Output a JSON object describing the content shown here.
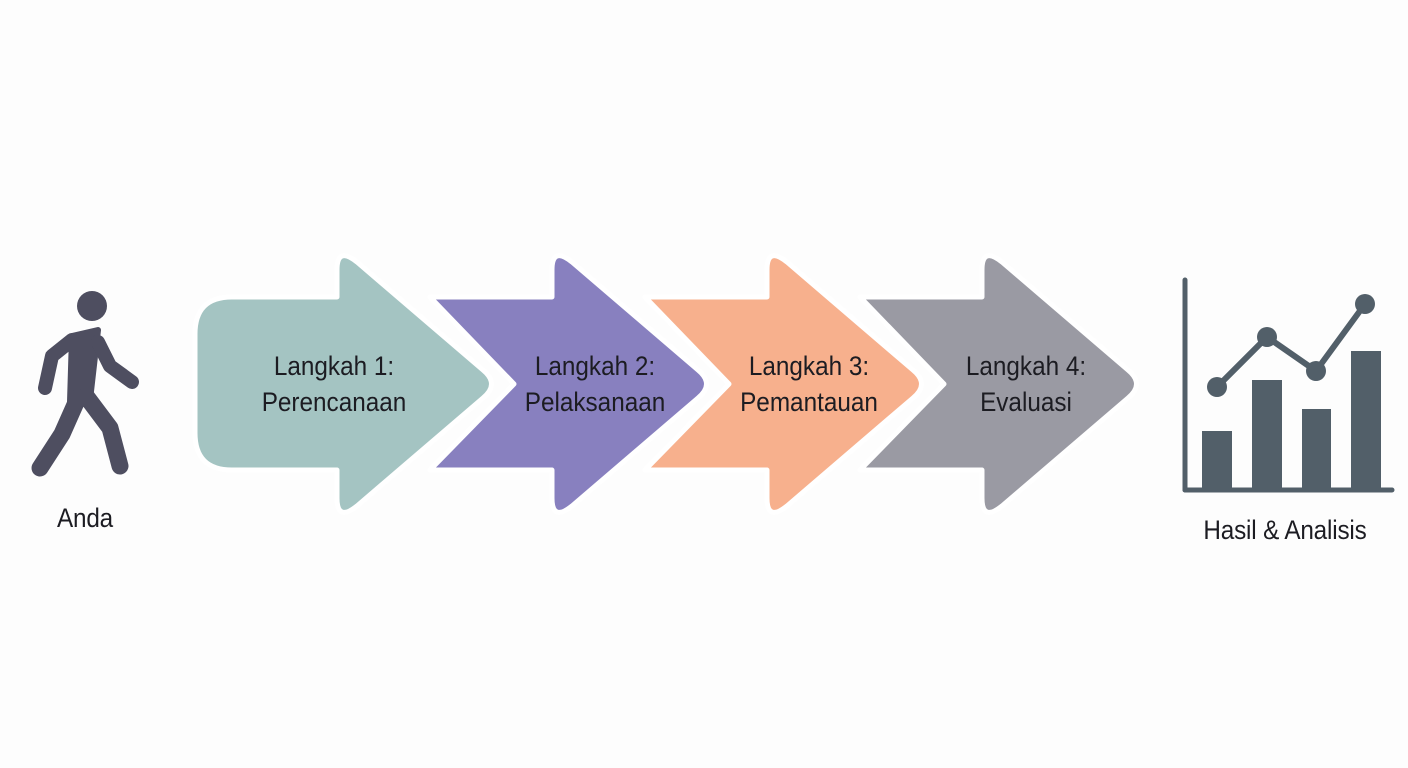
{
  "start": {
    "label": "Anda",
    "icon": "walking-person-icon",
    "color": "#4e4e60"
  },
  "steps": [
    {
      "line1": "Langkah 1:",
      "line2": "Perencanaan",
      "color": "#a4c4c2"
    },
    {
      "line1": "Langkah 2:",
      "line2": "Pelaksanaan",
      "color": "#8880bf"
    },
    {
      "line1": "Langkah 3:",
      "line2": "Pemantauan",
      "color": "#f7b08d"
    },
    {
      "line1": "Langkah 4:",
      "line2": "Evaluasi",
      "color": "#9a9aa3"
    }
  ],
  "end": {
    "label": "Hasil & Analisis",
    "icon": "bar-line-chart-icon",
    "color": "#525f69"
  }
}
